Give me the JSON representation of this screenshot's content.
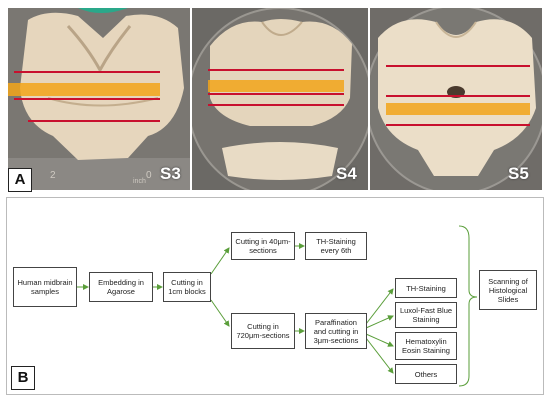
{
  "panel_a": {
    "label": "A",
    "samples": [
      {
        "id": "s3",
        "label": "S3"
      },
      {
        "id": "s4",
        "label": "S4"
      },
      {
        "id": "s5",
        "label": "S5"
      }
    ],
    "ruler_text": {
      "digit_2": "2",
      "unit": "inch",
      "digit_0": "0"
    }
  },
  "panel_b": {
    "label": "B",
    "nodes": {
      "human": "Human midbrain samples",
      "embedding": "Embedding in Agarose",
      "cutting_blocks": "Cutting in 1cm blocks",
      "cutting_40": "Cutting in 40μm-sections",
      "th_every6": "TH-Staining every 6th",
      "cutting_720": "Cutting in 720μm-sections",
      "paraffination": "Paraffination and cutting in 3μm-sections",
      "th_staining": "TH-Staining",
      "luxol": "Luxol-Fast Blue Staining",
      "he": "Hematoxylin Eosin Staining",
      "others": "Others",
      "scanning": "Scanning of Histological Slides"
    }
  },
  "colors": {
    "arrow": "#5a9e3a",
    "cut_line": "#c8102e",
    "band": "#f2a51a"
  }
}
